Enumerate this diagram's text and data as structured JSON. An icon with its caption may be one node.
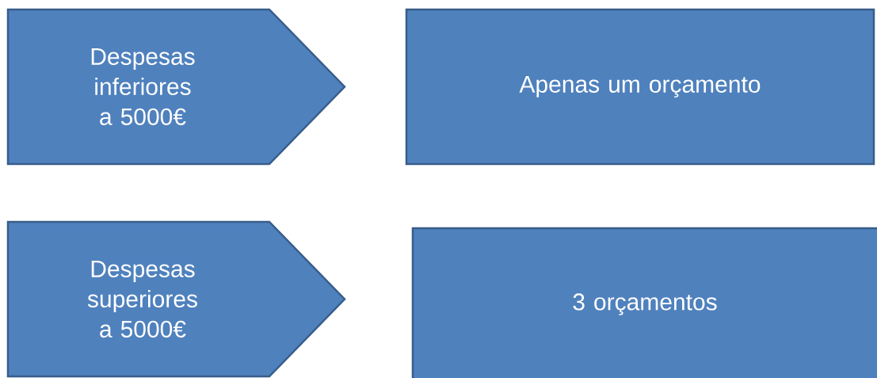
{
  "diagram": {
    "nodes": [
      {
        "text": [
          "Despesas inferiores a 5000€"
        ]
      },
      {
        "text": [
          "Apenas um orçamento"
        ]
      },
      {
        "text": [
          "Despesas superiores a 5000€"
        ]
      },
      {
        "text": [
          "3 orçamentos"
        ]
      }
    ]
  }
}
